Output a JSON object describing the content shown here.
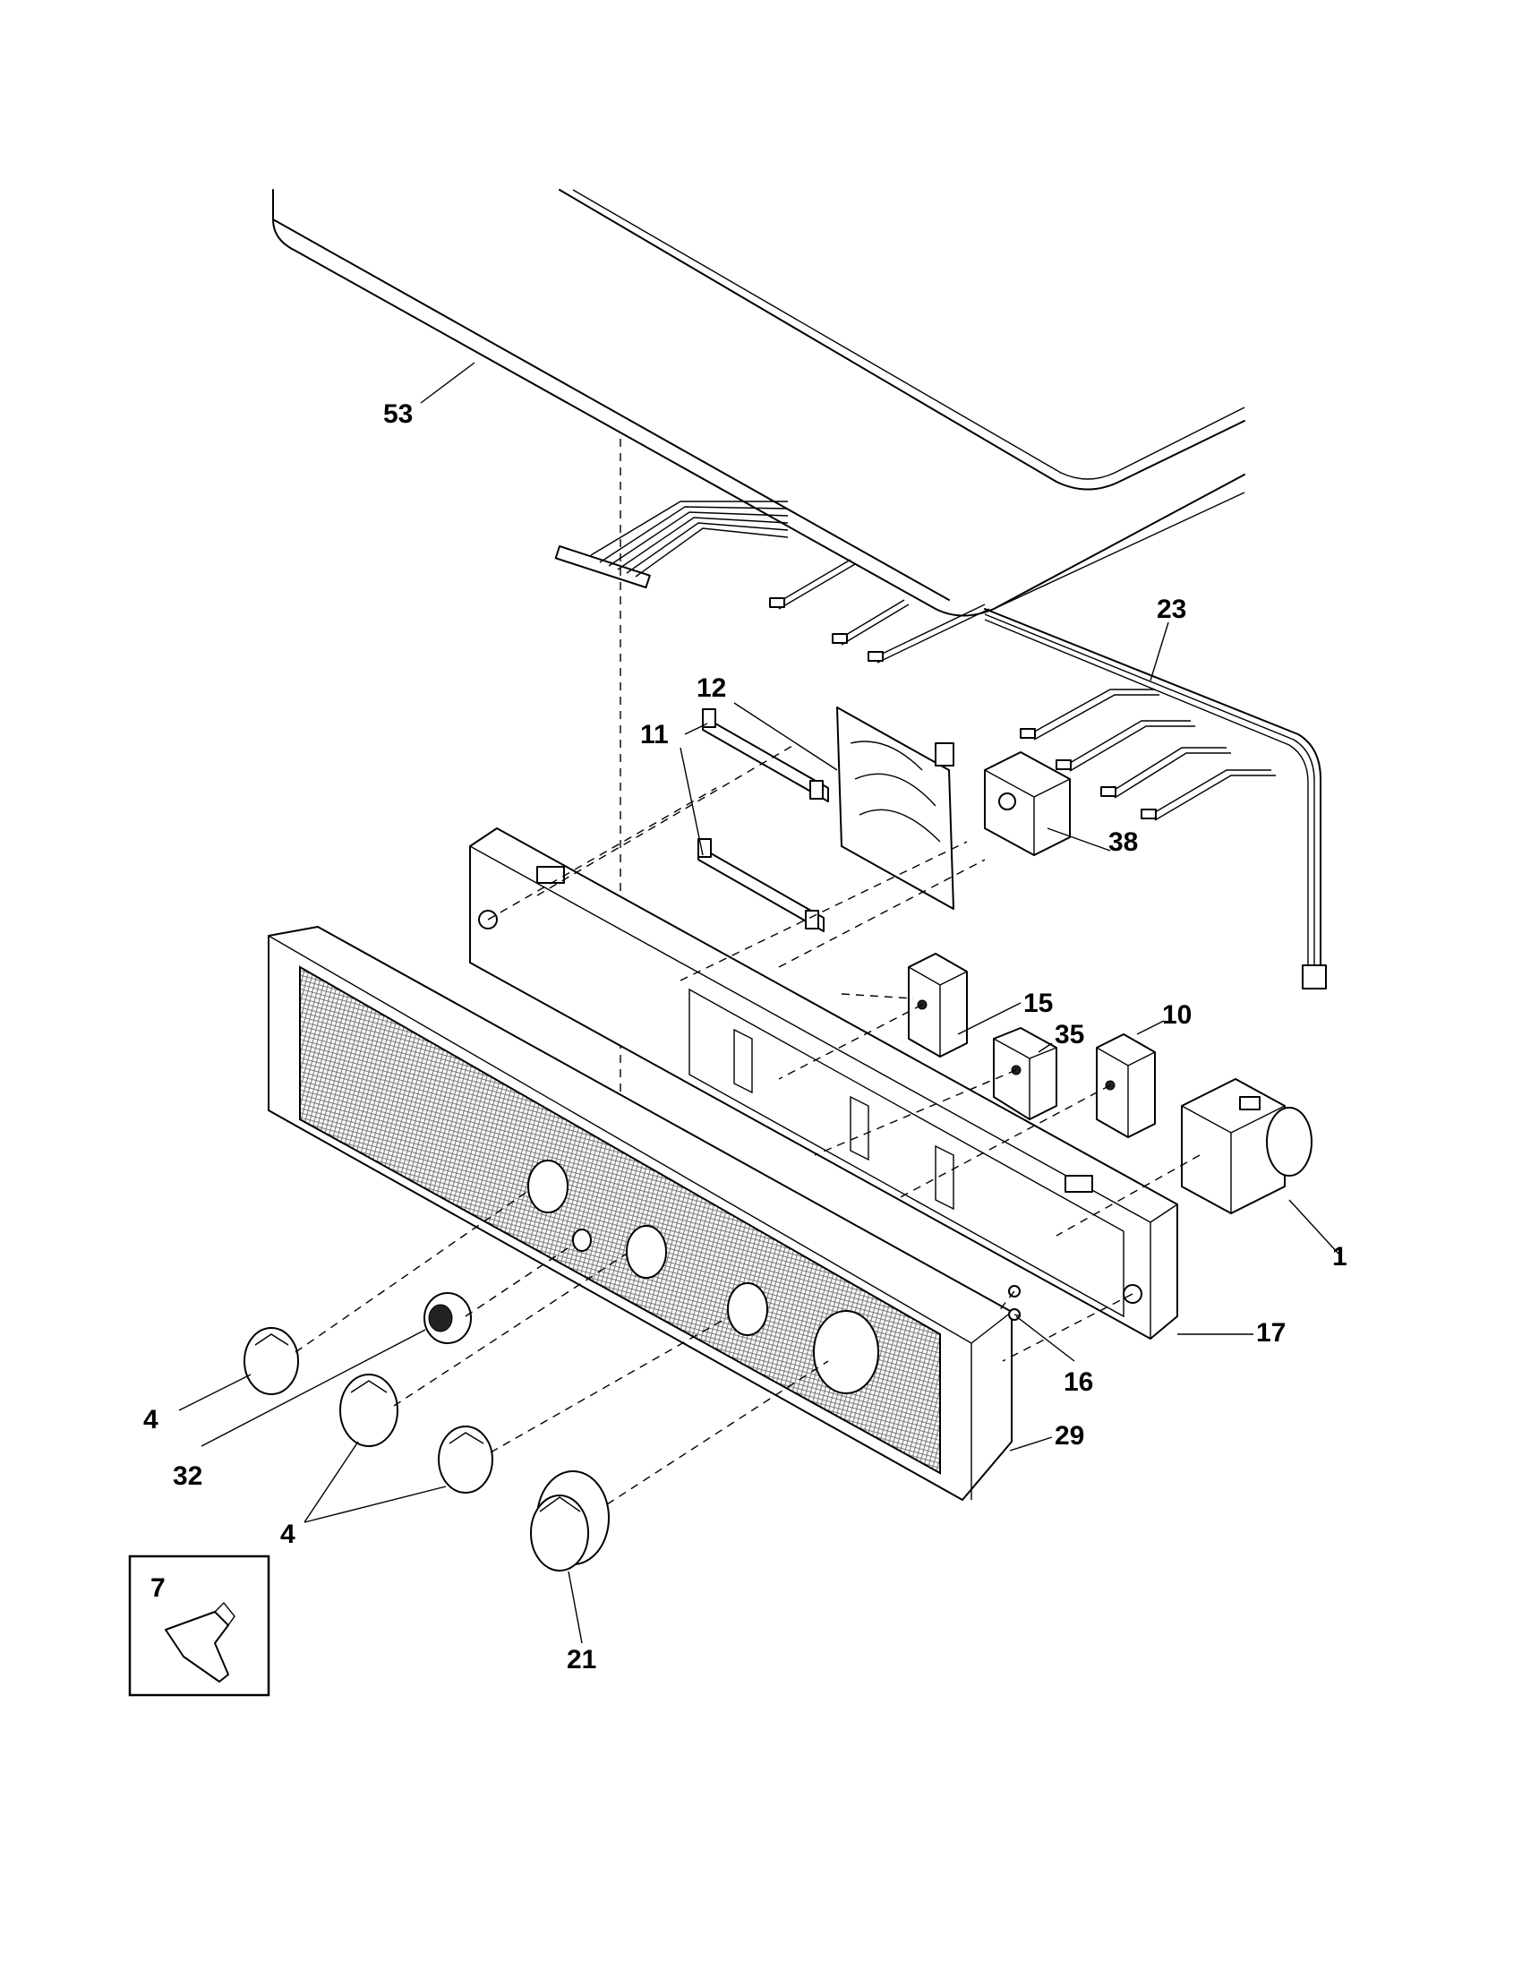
{
  "callouts": {
    "c53": "53",
    "c23": "23",
    "c12": "12",
    "c11": "11",
    "c38": "38",
    "c15": "15",
    "c35": "35",
    "c10": "10",
    "c1": "1",
    "c17": "17",
    "c16": "16",
    "c29": "29",
    "c4a": "4",
    "c32": "32",
    "c4b": "4",
    "c21": "21",
    "c7": "7"
  }
}
